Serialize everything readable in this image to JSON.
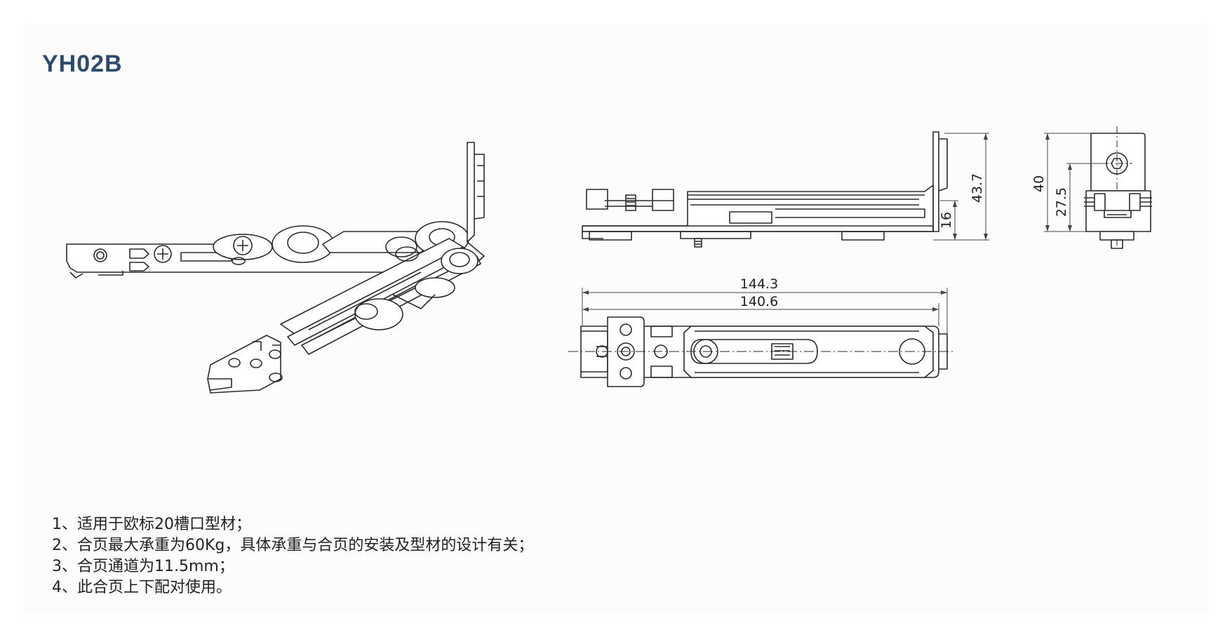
{
  "title": "YH02B",
  "dimensions": {
    "side_height_total": "43.7",
    "side_height_inner": "16",
    "end_height_total": "40",
    "end_height_inner": "27.5",
    "length_overall": "144.3",
    "length_inner": "140.6"
  },
  "notes": [
    "1、适用于欧标20槽口型材；",
    "2、合页最大承重为60Kg，具体承重与合页的安装及型材的设计有关；",
    "3、合页通道为11.5mm；",
    "4、此合页上下配对使用。"
  ],
  "colors": {
    "title": "#2f4b6b",
    "line": "#2a2a2a",
    "background": "#fcfcfc"
  }
}
